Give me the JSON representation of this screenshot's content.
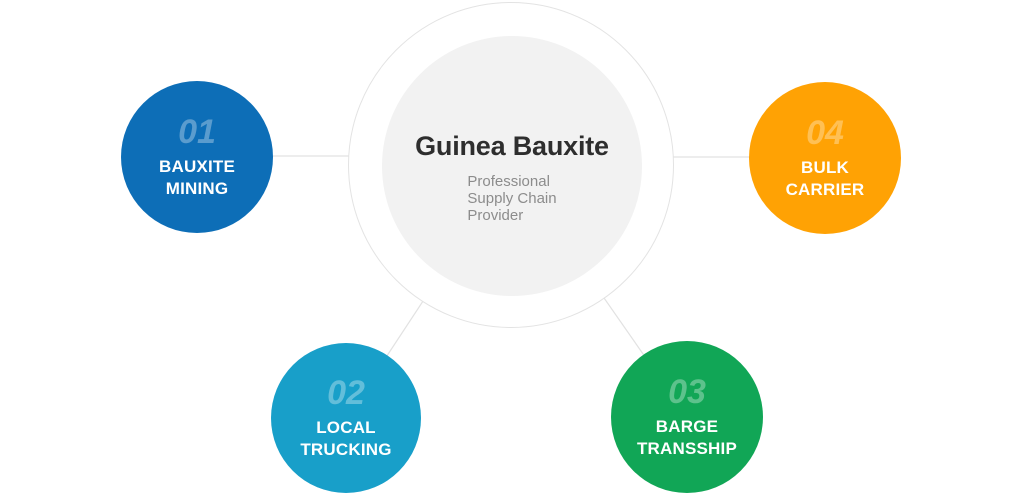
{
  "center": {
    "title": "Guinea Bauxite",
    "subtitle_lines": [
      "Professional",
      "Supply Chain",
      "Provider"
    ]
  },
  "nodes": [
    {
      "number": "01",
      "label_lines": [
        "BAUXITE",
        "MINING"
      ],
      "color": "#0d6eb7"
    },
    {
      "number": "02",
      "label_lines": [
        "LOCAL",
        "TRUCKING"
      ],
      "color": "#189fc9"
    },
    {
      "number": "03",
      "label_lines": [
        "BARGE",
        "TRANSSHIP"
      ],
      "color": "#11a656"
    },
    {
      "number": "04",
      "label_lines": [
        "BULK",
        "CARRIER"
      ],
      "color": "#ffa204"
    }
  ],
  "colors": {
    "node_bauxite_mining": "#0d6eb7",
    "node_local_trucking": "#189fc9",
    "node_barge_transship": "#11a656",
    "node_bulk_carrier": "#ffa204",
    "center_fill": "#f2f2f2",
    "ring_border": "#e3e3e3",
    "connector": "#e2e2e2",
    "title_text": "#2e2e2e",
    "subtitle_text": "#8c8c8c",
    "number_tint": "rgba(255,255,255,0.32)"
  }
}
